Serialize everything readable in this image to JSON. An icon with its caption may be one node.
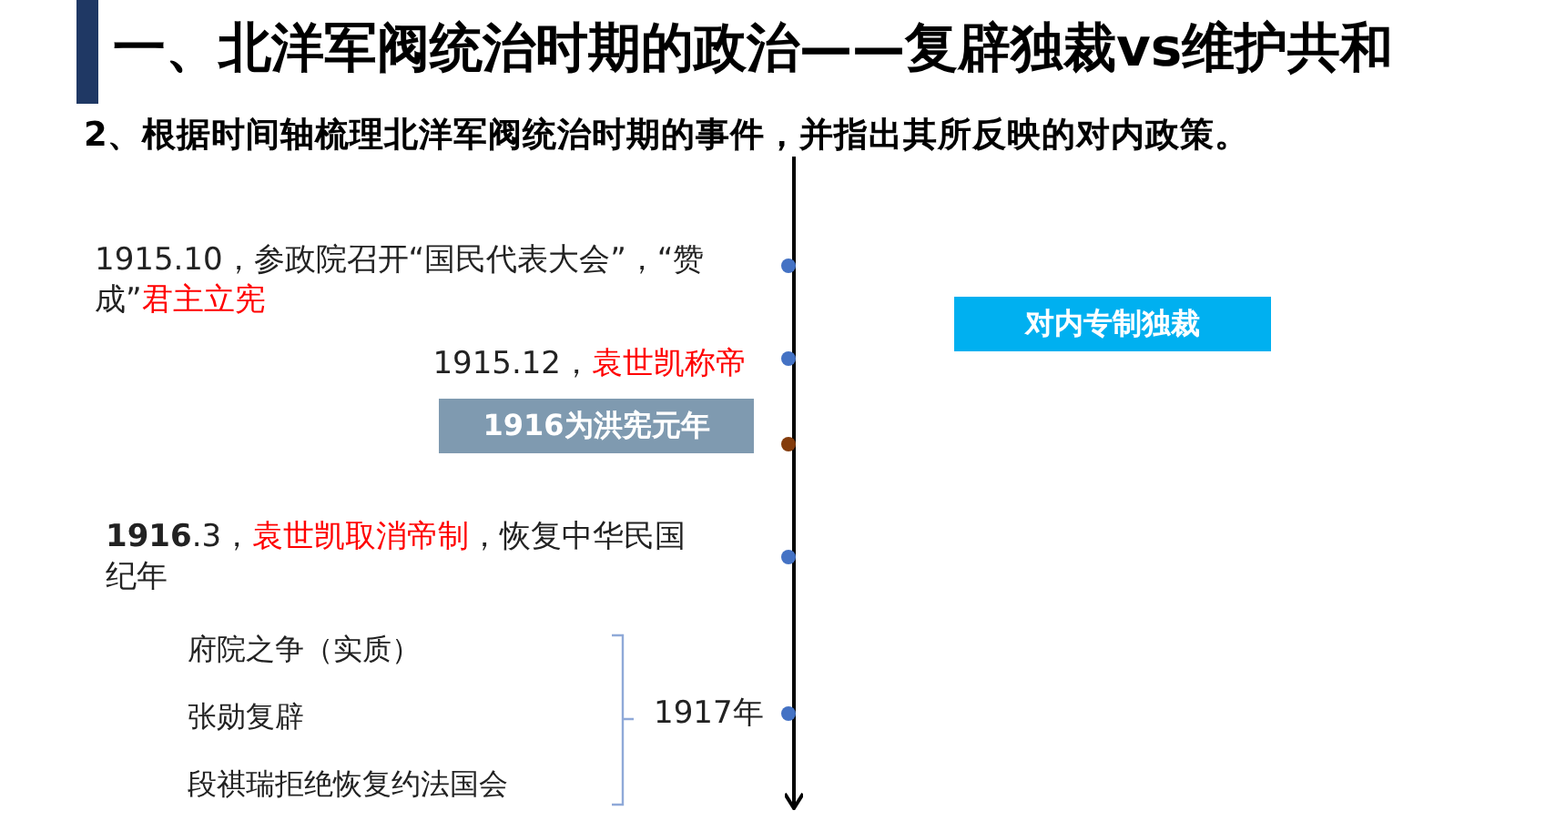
{
  "diagram": {
    "title": "一、北洋军阀统治时期的政治——复辟独裁vs维护共和",
    "nodes": [
      {
        "text": [
          "1916为洪宪元年"
        ]
      },
      {
        "text": [
          "对内专制独裁"
        ]
      }
    ],
    "labels": [
      "2、根据时间轴梳理北洋军阀统治时期的事件，并指出其所反映的对内政策。",
      "1915.10，参政院召开“国民代表大会”，“赞成”*君主立宪*",
      "1915.12，*袁世凯称帝*",
      "**1916**.3，*袁世凯取消帝制*，恢复中华民国纪年",
      "府院之争（实质）",
      "张勋复辟",
      "段祺瑞拒绝恢复约法国会",
      "1917年"
    ]
  }
}
